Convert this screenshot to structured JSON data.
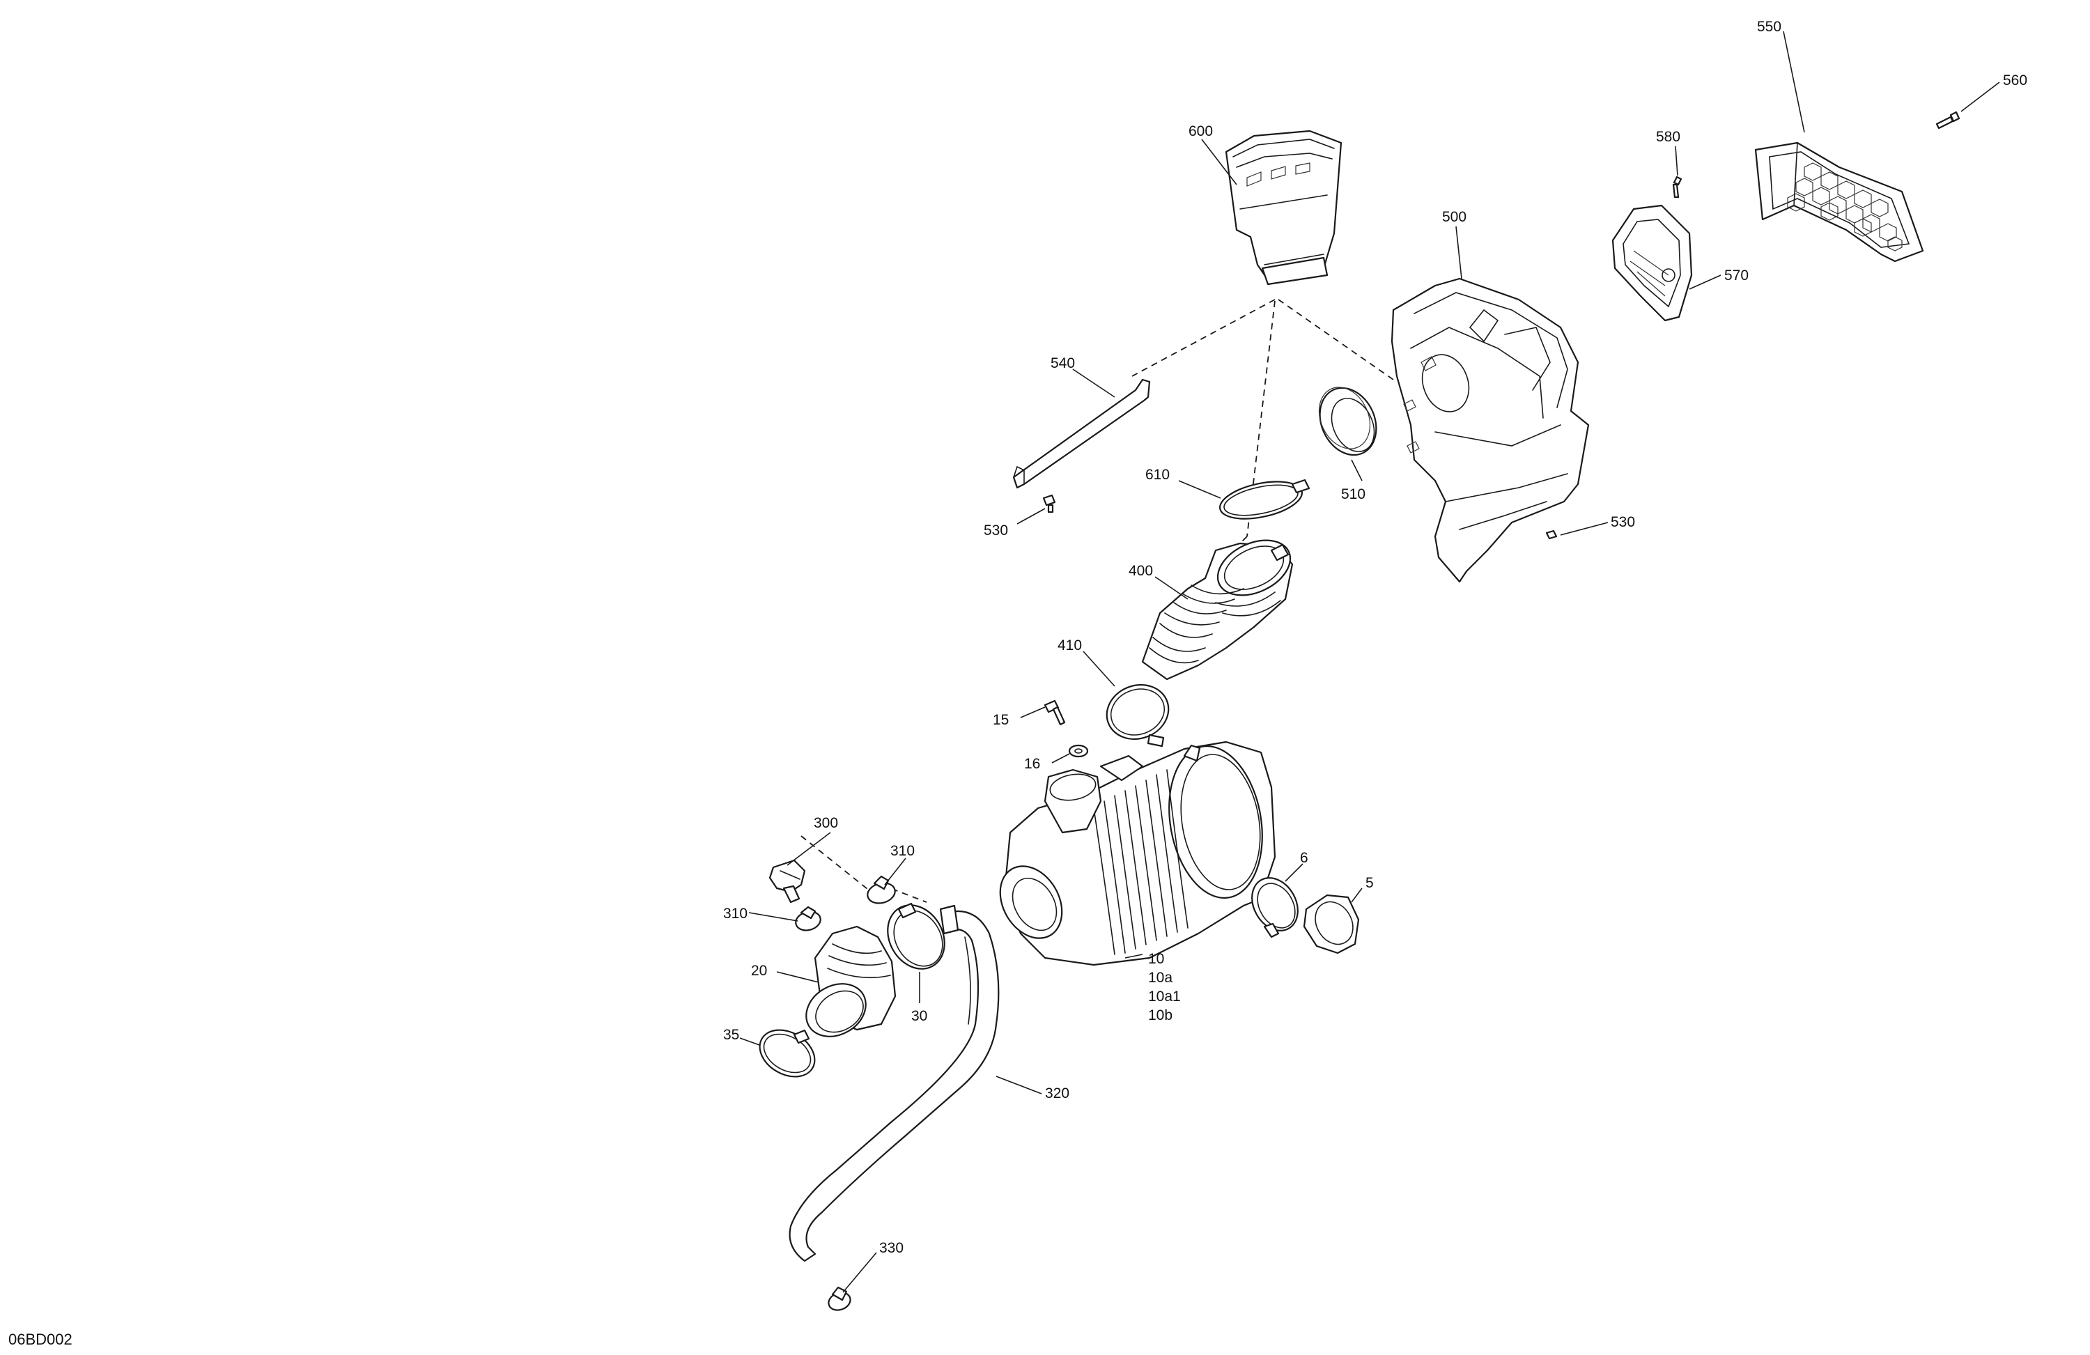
{
  "drawing_ref": "06BD002",
  "callouts": {
    "c550": "550",
    "c560": "560",
    "c580": "580",
    "c600": "600",
    "c500": "500",
    "c570": "570",
    "c540": "540",
    "c610": "610",
    "c510": "510",
    "c530a": "530",
    "c530b": "530",
    "c400": "400",
    "c410": "410",
    "c15": "15",
    "c16": "16",
    "c300": "300",
    "c310a": "310",
    "c310b": "310",
    "c6": "6",
    "c5": "5",
    "c20": "20",
    "c30": "30",
    "c10": "10",
    "c10a": "10a",
    "c10a1": "10a1",
    "c10b": "10b",
    "c35": "35",
    "c320": "320",
    "c330": "330"
  }
}
